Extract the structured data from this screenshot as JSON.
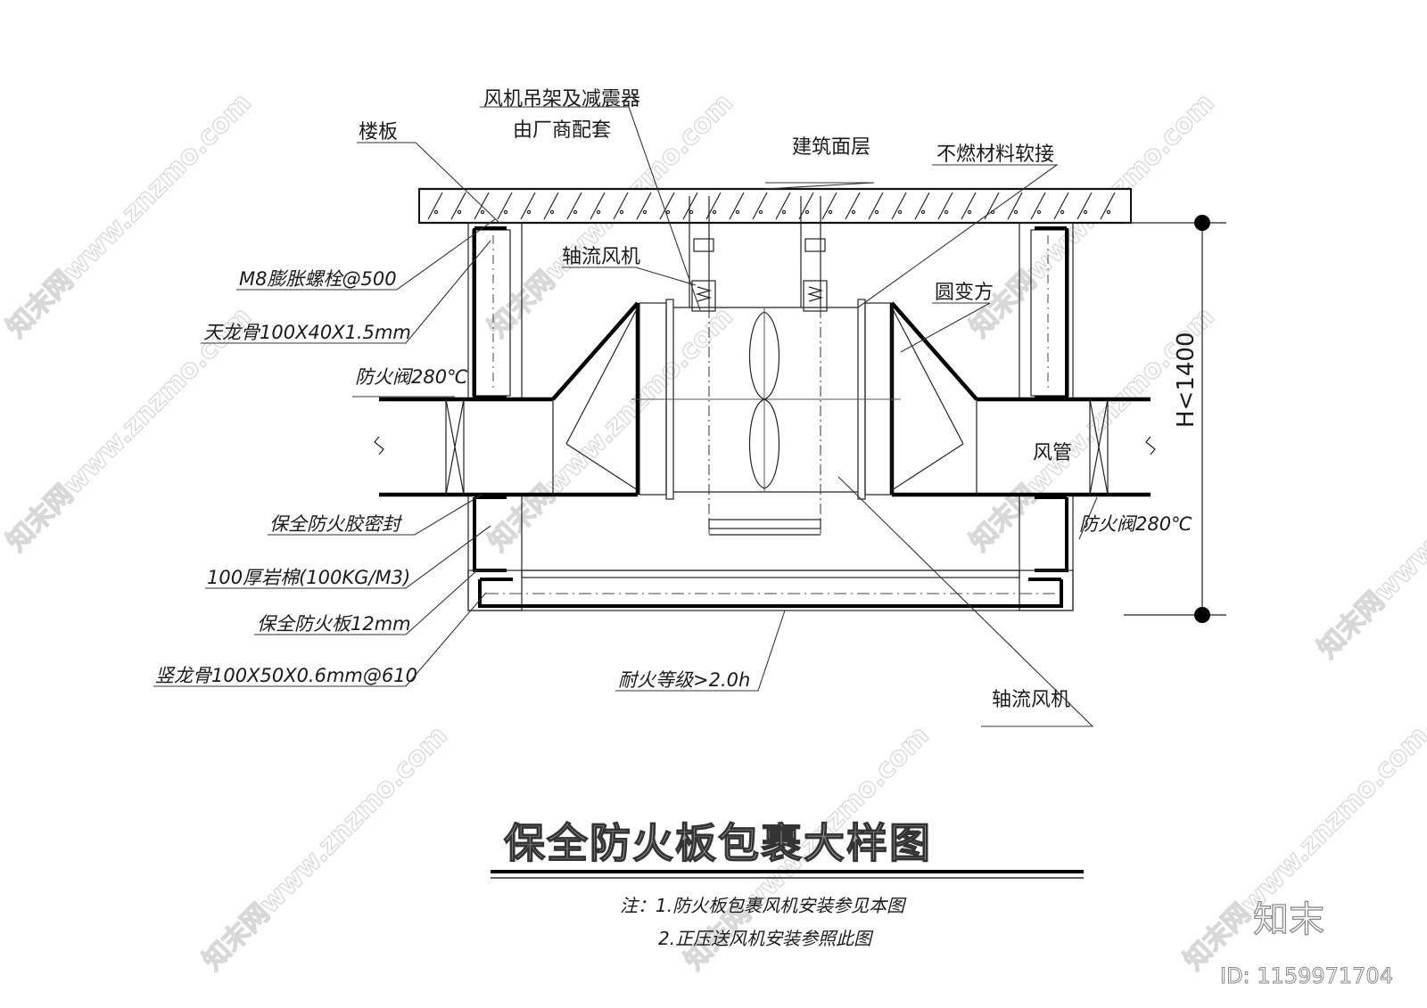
{
  "title": "保全防火板包裹大样图",
  "notes": [
    "注：1.防火板包裹风机安装参见本图",
    "2.正压送风机安装参照此图"
  ],
  "labels": {
    "hanger": "风机吊架及减震器",
    "hanger_sub": "由厂商配套",
    "floor_slab": "楼板",
    "building_surface": "建筑面层",
    "flexible_joint": "不燃材料软接",
    "axial_fan_top": "轴流风机",
    "round_to_square": "圆变方",
    "bolt": "M8膨胀螺栓@500",
    "ceiling_keel": "天龙骨100X40X1.5mm",
    "fire_damper_left": "防火阀280℃",
    "fire_damper_right": "防火阀280℃",
    "duct": "风管",
    "height": "H<1400",
    "fire_sealant": "保全防火胶密封",
    "rock_wool": "100厚岩棉(100KG/M3)",
    "fire_board": "保全防火板12mm",
    "vertical_keel": "竖龙骨100X50X0.6mm@610",
    "fire_rating": "耐火等级>2.0h",
    "axial_fan_bottom": "轴流风机"
  },
  "watermark": "知末网www.znzmo.com",
  "brand": "知末",
  "id_text": "ID: 1159971704"
}
